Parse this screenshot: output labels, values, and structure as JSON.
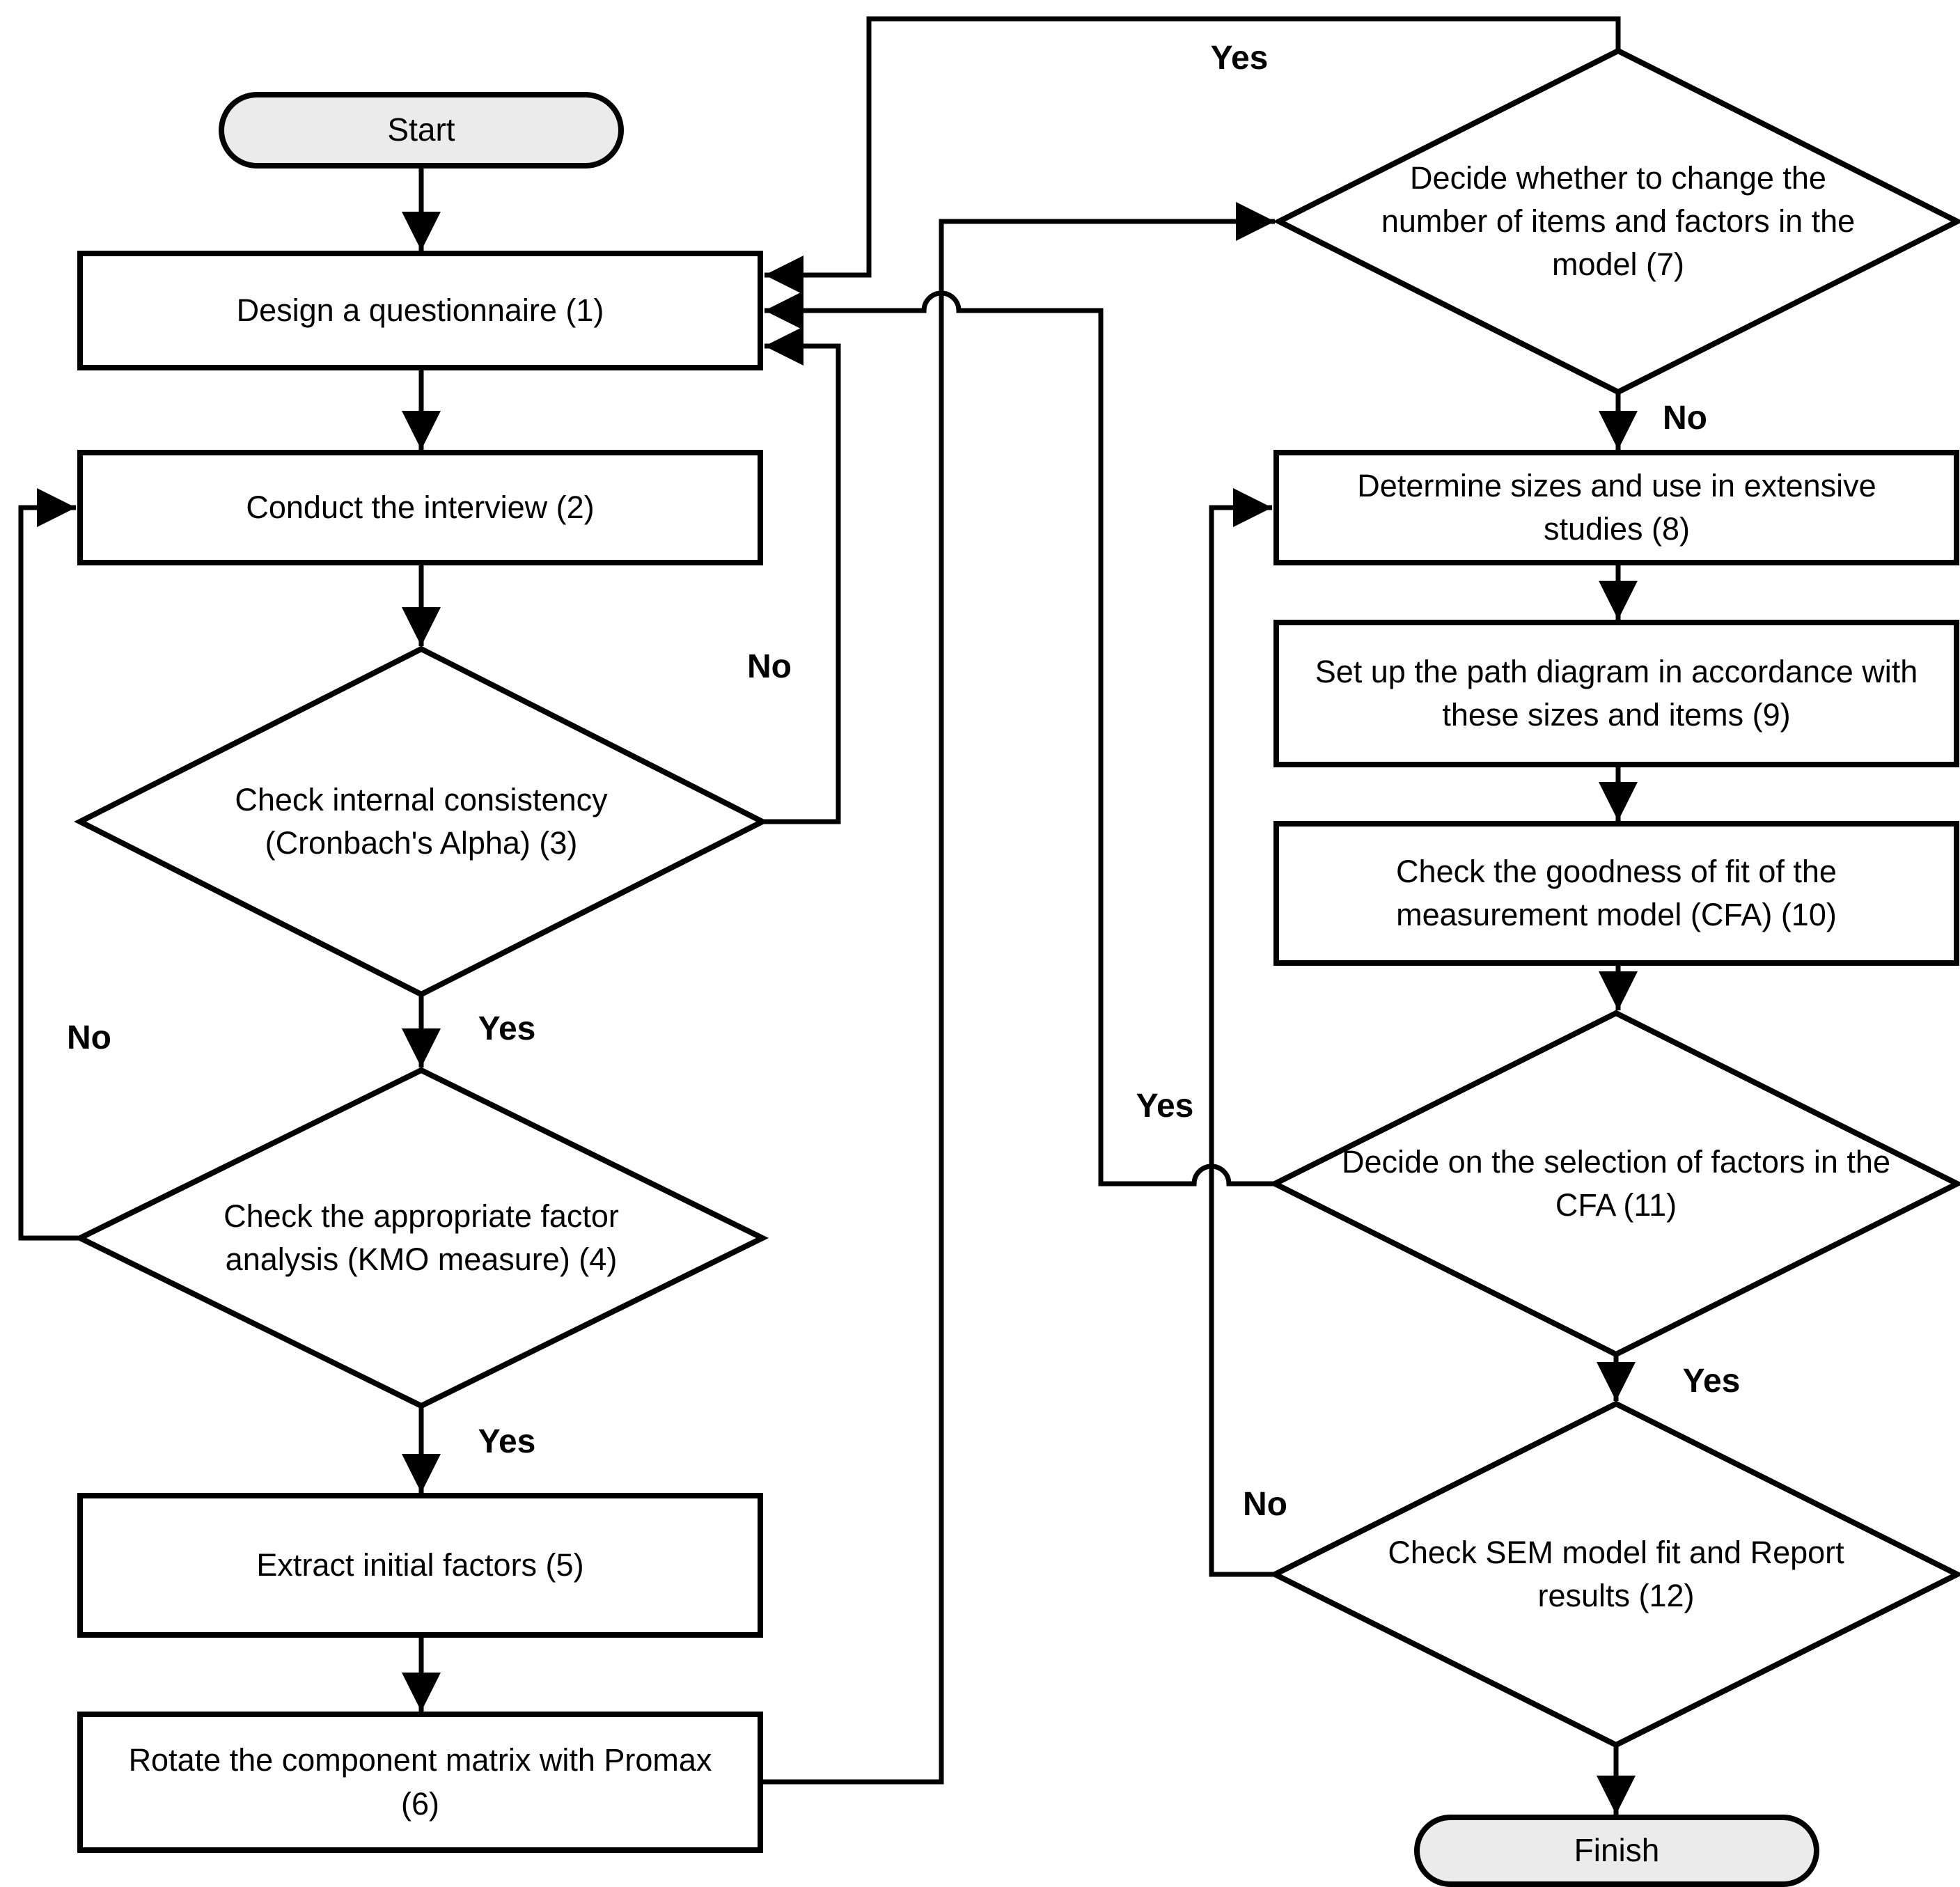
{
  "background": "#ffffff",
  "colors": {
    "stroke": "#000000",
    "process_fill": "#ffffff",
    "terminator_fill": "#ebebeb",
    "text": "#000000"
  },
  "diagram": {
    "nodes": [
      {
        "id": "start",
        "type": "terminator",
        "label": "Start"
      },
      {
        "id": "design-questionnaire",
        "type": "process",
        "label": "Design a questionnaire (1)"
      },
      {
        "id": "conduct-interview",
        "type": "process",
        "label": "Conduct the interview (2)"
      },
      {
        "id": "check-internal-consistency",
        "type": "decision",
        "label": "Check internal consistency (Cronbach's Alpha) (3)"
      },
      {
        "id": "check-appropriate-factor-analysis",
        "type": "decision",
        "label": "Check the appropriate factor analysis (KMO measure) (4)"
      },
      {
        "id": "extract-initial-factors",
        "type": "process",
        "label": "Extract initial factors (5)"
      },
      {
        "id": "rotate-component-matrix",
        "type": "process",
        "label": "Rotate the component matrix with Promax (6)"
      },
      {
        "id": "decide-change-items-factors",
        "type": "decision",
        "label": "Decide whether to change the number of items and factors in the model (7)"
      },
      {
        "id": "determine-sizes",
        "type": "process",
        "label": "Determine sizes and use in extensive studies (8)"
      },
      {
        "id": "set-up-path-diagram",
        "type": "process",
        "label": "Set up the path diagram in accordance with these sizes and items (9)"
      },
      {
        "id": "check-goodness-of-fit",
        "type": "process",
        "label": "Check the goodness of fit of the measurement model (CFA) (10)"
      },
      {
        "id": "decide-selection-of-factors",
        "type": "decision",
        "label": "Decide on the selection of factors in the CFA (11)"
      },
      {
        "id": "check-sem-model-fit",
        "type": "decision",
        "label": "Check SEM model fit and Report results (12)"
      },
      {
        "id": "finish",
        "type": "terminator",
        "label": "Finish"
      }
    ],
    "edge_labels": [
      {
        "id": "d7-yes",
        "text": "Yes"
      },
      {
        "id": "d7-no",
        "text": "No"
      },
      {
        "id": "d3-no",
        "text": "No"
      },
      {
        "id": "d3-yes",
        "text": "Yes"
      },
      {
        "id": "d4-no",
        "text": "No"
      },
      {
        "id": "d4-yes",
        "text": "Yes"
      },
      {
        "id": "d11-yes-left",
        "text": "Yes"
      },
      {
        "id": "d11-yes-down",
        "text": "Yes"
      },
      {
        "id": "d12-no",
        "text": "No"
      }
    ]
  }
}
